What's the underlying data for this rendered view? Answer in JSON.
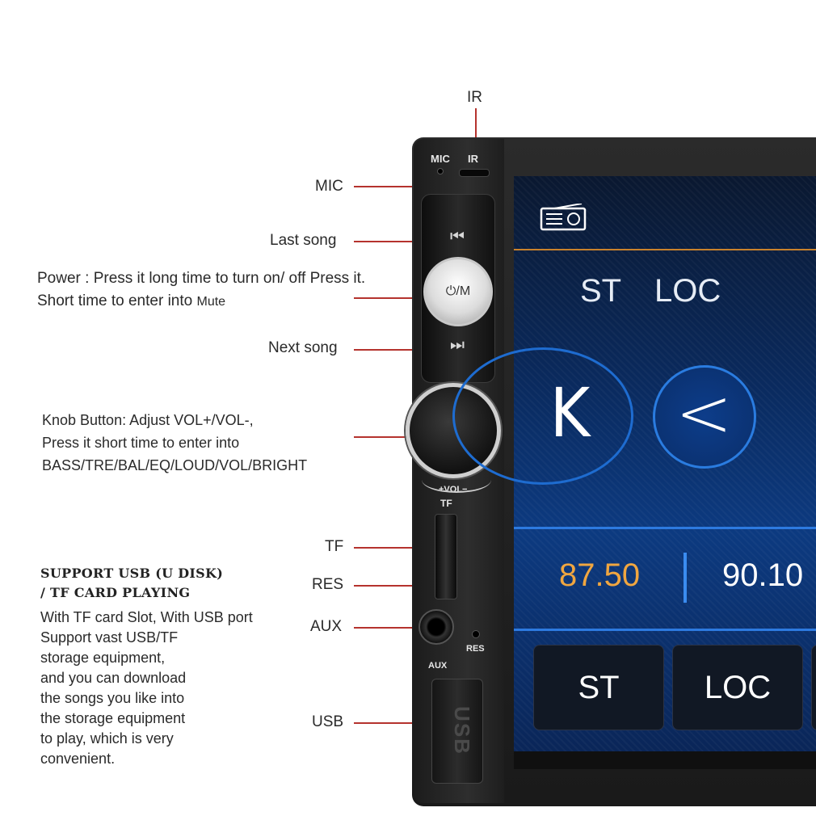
{
  "device": {
    "mic_tag": "MIC",
    "ir_tag": "IR",
    "power_button_text": "⏻/M",
    "prev_glyph": "⏮",
    "next_glyph": "⏭",
    "vol_tag": "+VOL−",
    "tf_tag": "TF",
    "res_tag": "RES",
    "aux_tag": "AUX",
    "usb_cover_text": "USB"
  },
  "labels": {
    "ir": "IR",
    "mic": "MIC",
    "last_song": "Last song",
    "power_line1": "Power : Press it long time to turn on/ off Press it.",
    "power_line2_a": "Short time to enter into ",
    "power_line2_b": "Mute",
    "next_song": "Next song",
    "knob_line1": "Knob Button: Adjust VOL+/VOL-,",
    "knob_line2": "Press it short time to enter into",
    "knob_line3": "BASS/TRE/BAL/EQ/LOUD/VOL/BRIGHT",
    "tf": "TF",
    "res": "RES",
    "aux": "AUX",
    "usb": "USB"
  },
  "support": {
    "heading1": "SUPPORT USB (U DISK)",
    "heading2": "/ TF CARD PLAYING",
    "lines": [
      "With TF card Slot, With USB port",
      "Support vast USB/TF",
      "storage equipment,",
      "and you can download",
      "the songs you like into",
      "the storage equipment",
      "to play, which is very",
      "convenient."
    ]
  },
  "screen": {
    "st": "ST",
    "loc": "LOC",
    "chev_back": "K",
    "chev_left": "<",
    "freq_current": "87.50",
    "freq_next": "90.10",
    "preset_st": "ST",
    "preset_loc": "LOC",
    "accent_color": "#f0a640"
  }
}
